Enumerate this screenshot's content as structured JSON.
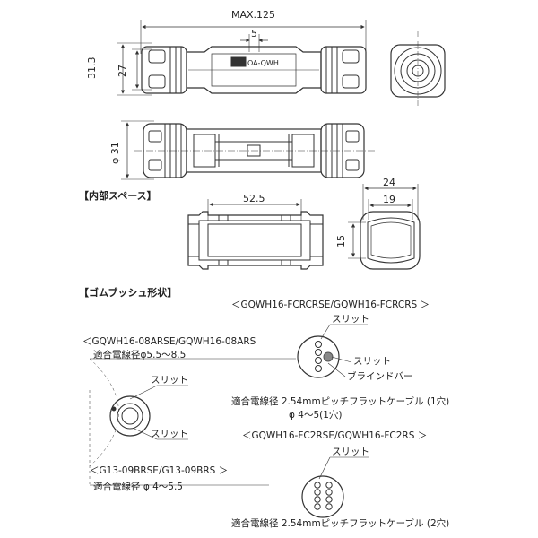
{
  "top_view": {
    "dim_overall": "MAX.125",
    "dim_center": "5",
    "dim_height_outer": "31.3",
    "dim_height_inner": "27",
    "label_plate": "OA-QWH"
  },
  "side_view": {
    "dim_diameter": "φ 31"
  },
  "end_view": {},
  "section_inner": {
    "heading": "【内部スペース】",
    "dim_length": "52.5",
    "dim_width_outer": "24",
    "dim_width_inner": "19",
    "dim_height": "15"
  },
  "section_grommet": {
    "heading": "【ゴムブッシュ形状】",
    "group_a": {
      "model": "＜GQWH16-08ARSE/GQWH16-08ARS",
      "spec": "適合電線径φ5.5～8.5",
      "label_slit_upper": "スリット",
      "label_slit_lower": "スリット",
      "model_b": "＜G13-09BRSE/G13-09BRS ＞",
      "spec_b": "適合電線径 φ 4～5.5"
    },
    "group_fc1": {
      "model": "＜GQWH16-FCRCRSE/GQWH16-FCRCRS ＞",
      "label_slit": "スリット",
      "label_slit2": "スリット",
      "label_blind": "ブラインドバー",
      "spec": "適合電線径 2.54mmピッチフラットケーブル (1穴)",
      "spec2": "φ 4～5(1穴)"
    },
    "group_fc2": {
      "model": "＜GQWH16-FC2RSE/GQWH16-FC2RS ＞",
      "label_slit": "スリット",
      "spec": "適合電線径 2.54mmピッチフラットケーブル (2穴)"
    }
  }
}
